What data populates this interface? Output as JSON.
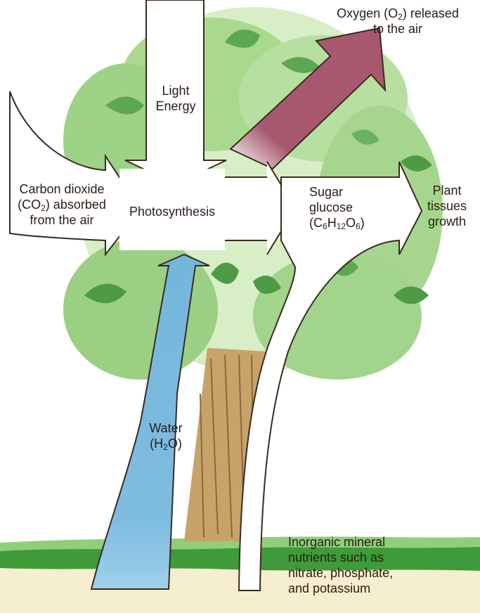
{
  "labels": {
    "light_energy": [
      "Light",
      "Energy"
    ],
    "oxygen": {
      "pre": "Oxygen (O",
      "sub": "2",
      "post": ") released",
      "line2": "to the air"
    },
    "carbon_dioxide": {
      "line1": "Carbon dioxide",
      "pre": "(CO",
      "sub": "2",
      "post": ") absorbed",
      "line3": "from the air"
    },
    "photosynthesis": "Photosynthesis",
    "sugar": {
      "line1": "Sugar",
      "line2": "glucose",
      "pre": "(C",
      "sub1": "6",
      "mid1": "H",
      "sub2": "12",
      "mid2": "O",
      "sub3": "6",
      "post": ")"
    },
    "plant_tissues": [
      "Plant",
      "tissues",
      "growth"
    ],
    "water": {
      "line1": "Water",
      "pre": "(H",
      "sub": "2",
      "post": "O)"
    },
    "minerals": [
      "Inorganic mineral",
      "nutrients such as",
      "nitrate, phosphate,",
      "and potassium"
    ]
  },
  "colors": {
    "foliage_light": "#c8e6b0",
    "foliage_mid": "#8fc97a",
    "foliage_dark": "#4f9a45",
    "trunk": "#b8935c",
    "trunk_dark": "#8a6a3a",
    "ground_top": "#3f9a3a",
    "ground_soil": "#f6efcf",
    "water_arrow": "#7fbde0",
    "oxygen_arrow": "#a8586e",
    "arrow_outline": "#3a2a20"
  }
}
